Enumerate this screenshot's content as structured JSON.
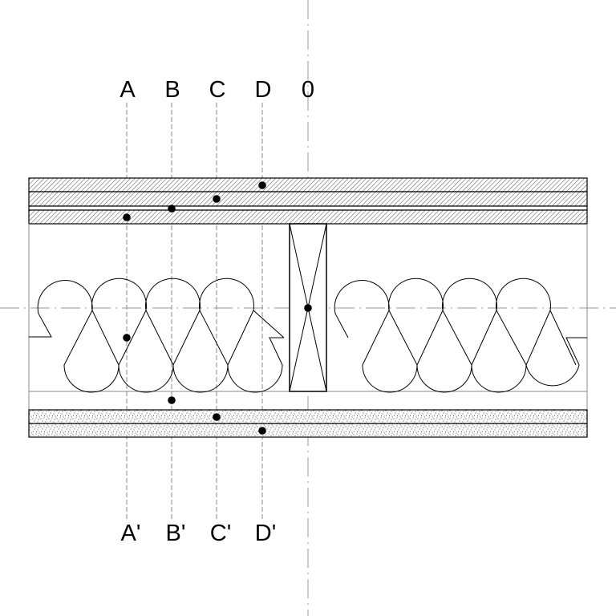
{
  "labels_top": [
    "A",
    "B",
    "C",
    "D",
    "0"
  ],
  "labels_bottom": [
    "A'",
    "B'",
    "C'",
    "D'"
  ],
  "colors": {
    "line": "#000000",
    "dash": "#9a9a9a",
    "thin": "#888888",
    "background": "#ffffff"
  },
  "legend": {}
}
